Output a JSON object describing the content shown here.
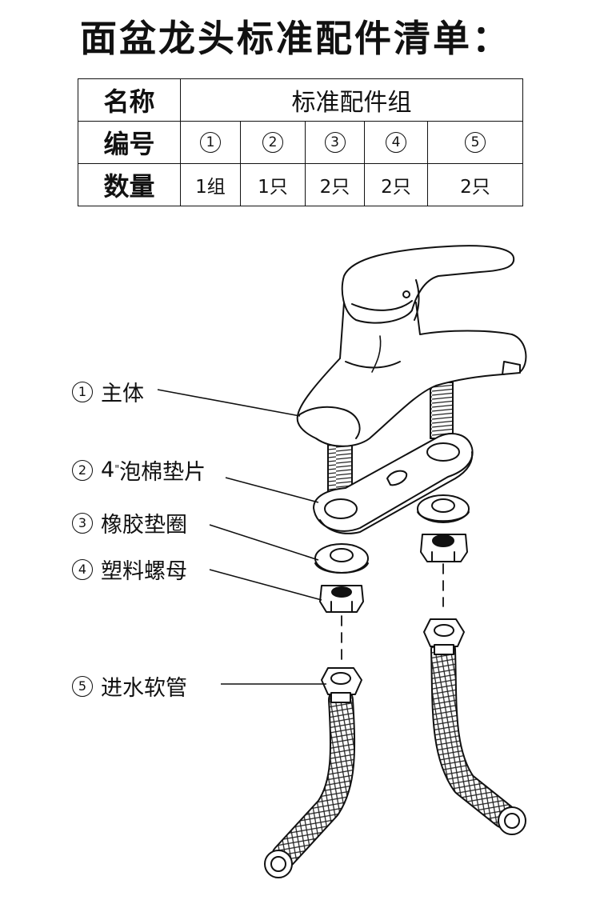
{
  "title": "面盆龙头标准配件清单：",
  "table": {
    "row_name_label": "名称",
    "row_name_value": "标准配件组",
    "row_no_label": "编号",
    "row_qty_label": "数量",
    "columns": [
      {
        "no": "1",
        "qty": "1组"
      },
      {
        "no": "2",
        "qty": "1只"
      },
      {
        "no": "3",
        "qty": "2只"
      },
      {
        "no": "4",
        "qty": "2只"
      },
      {
        "no": "5",
        "qty": "2只"
      }
    ]
  },
  "parts": [
    {
      "no": "1",
      "name": "主体"
    },
    {
      "no": "2",
      "name_prefix": "4",
      "name_sup": "\"",
      "name": "泡棉垫片"
    },
    {
      "no": "3",
      "name": "橡胶垫圈"
    },
    {
      "no": "4",
      "name": "塑料螺母"
    },
    {
      "no": "5",
      "name": "进水软管"
    }
  ]
}
